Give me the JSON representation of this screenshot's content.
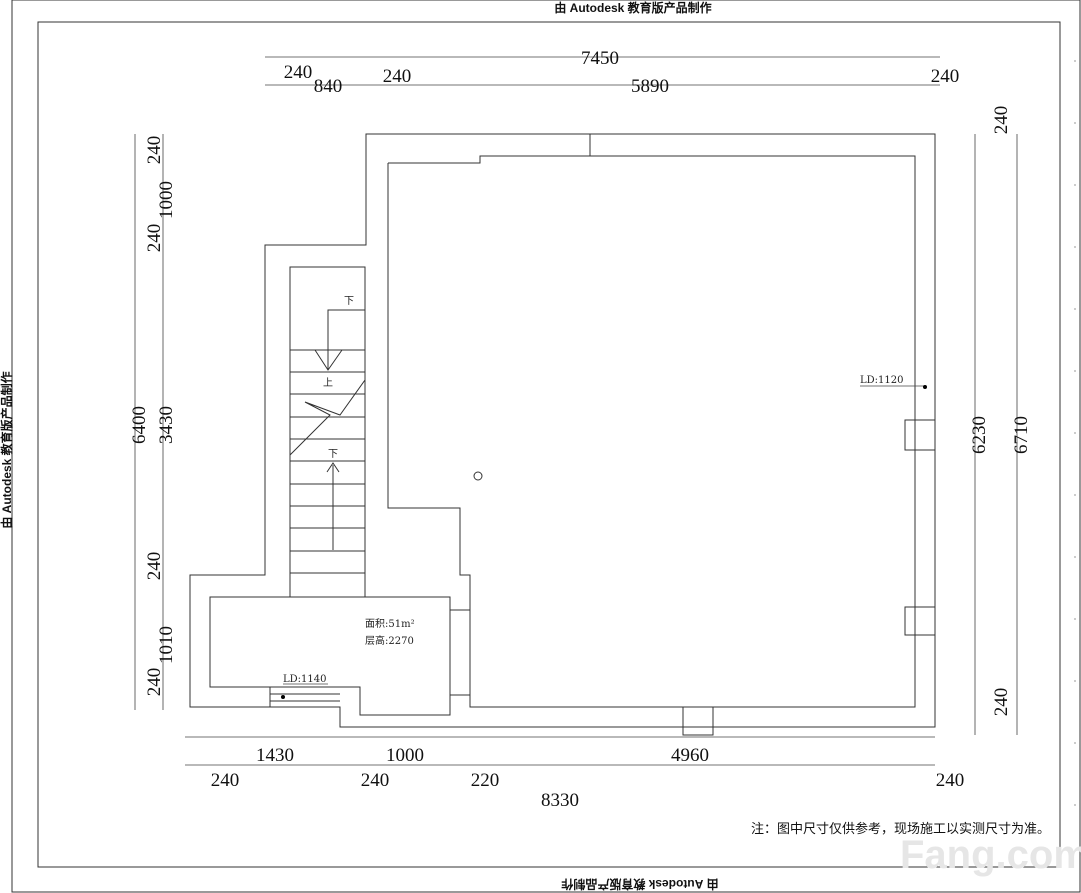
{
  "watermarks": {
    "top": "由 Autodesk 教育版产品制作",
    "left": "由 Autodesk 教育版产品制作",
    "bottom": "由 Autodesk 教育版产品制作",
    "site": "Fang.com"
  },
  "dimensions": {
    "top": {
      "overall": "7450",
      "d1": "240",
      "d2": "840",
      "d3": "240",
      "d4": "5890",
      "d5": "240"
    },
    "left": {
      "overall": "6400",
      "d1": "240",
      "d2": "1000",
      "d3": "240",
      "d4": "3430",
      "d5": "240",
      "d6": "1010",
      "d7": "240"
    },
    "right": {
      "overall": "6710",
      "main": "6230",
      "d1": "240",
      "d2": "240"
    },
    "bottom": {
      "d1": "1430",
      "d2": "1000",
      "d3": "4960",
      "w1": "240",
      "w2": "240",
      "w3": "220",
      "w4": "240",
      "overall": "8330"
    }
  },
  "labels": {
    "stair_down_top": "下",
    "stair_up": "上",
    "stair_down_mid": "下",
    "area": "面积:51m²",
    "floor_height": "层高:2270",
    "ld_left": "LD:1140",
    "ld_right": "LD:1120"
  },
  "note": "注：图中尺寸仅供参考，现场施工以实测尺寸为准。"
}
